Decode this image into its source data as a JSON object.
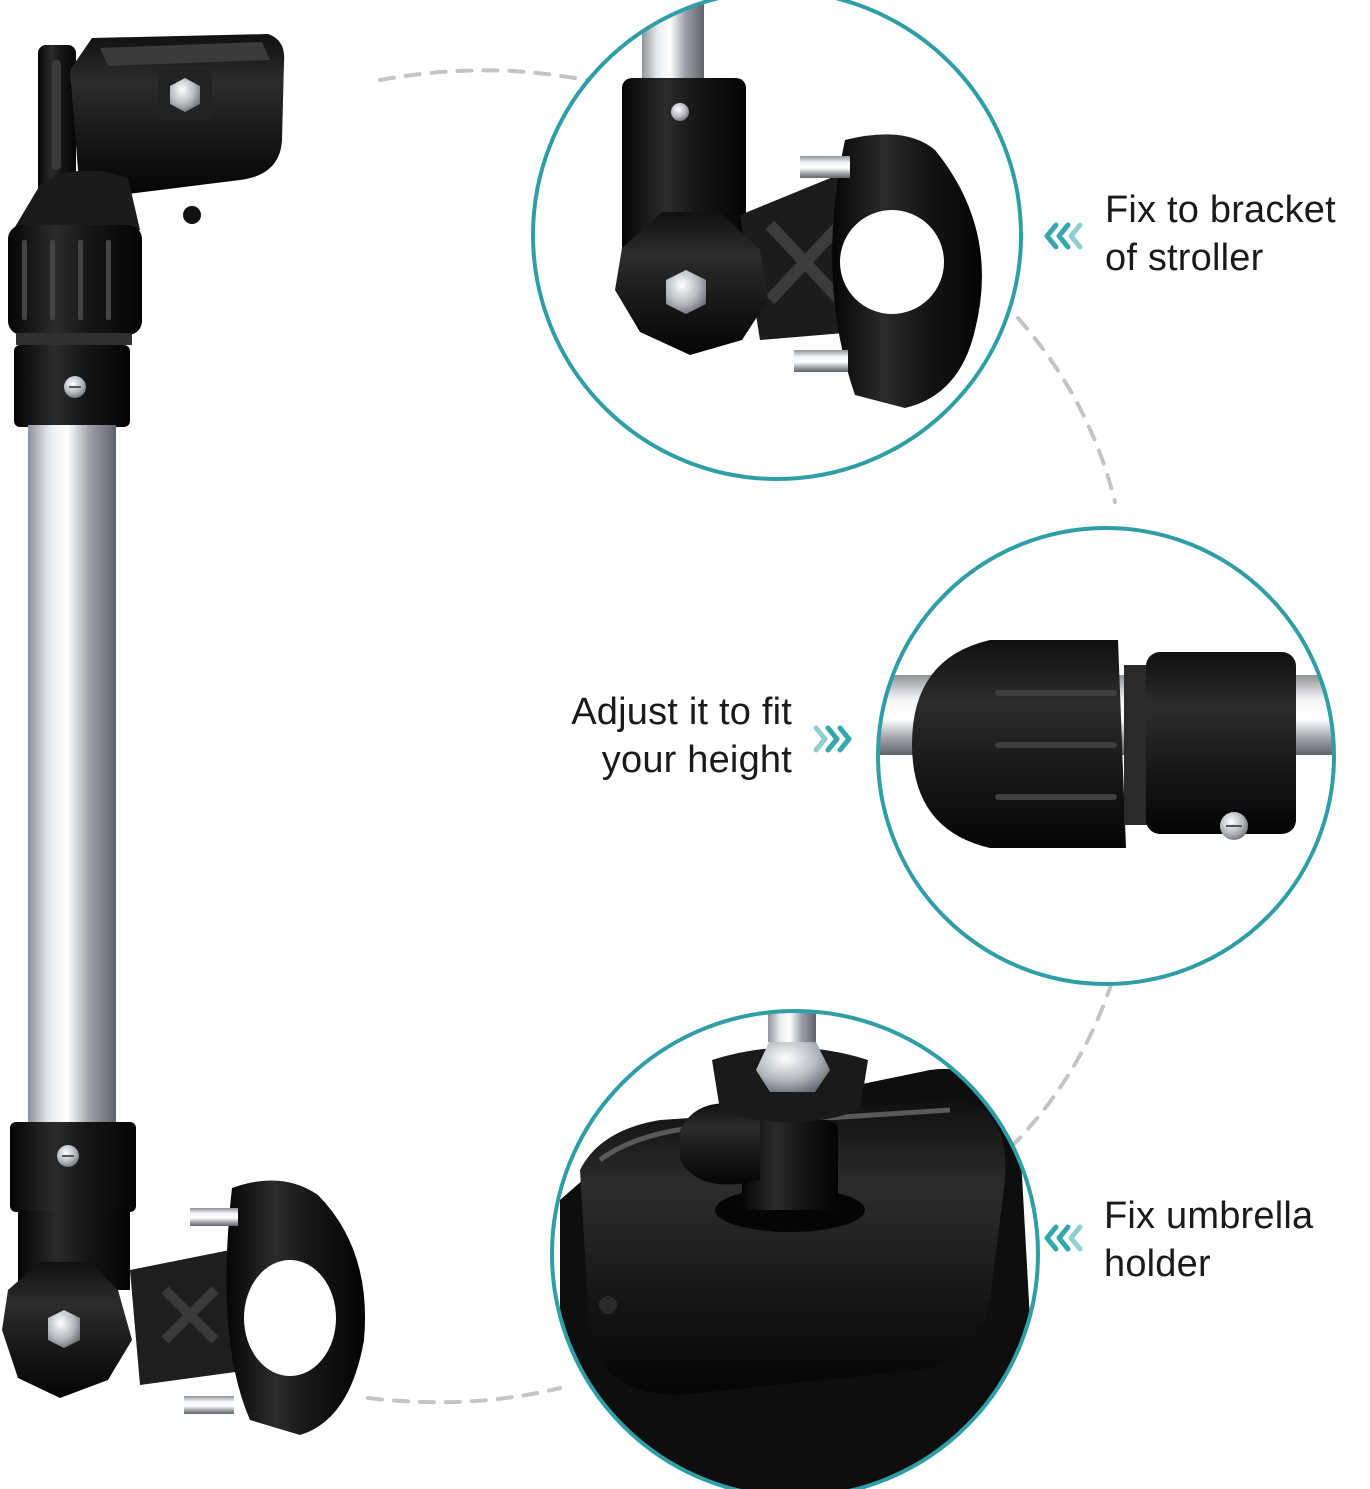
{
  "colors": {
    "accent": "#36a7ad",
    "circle_border": "#2f9ea6",
    "dashed_connector": "#c4c4c4",
    "plastic_black": "#151515",
    "chrome": "#b9bec3",
    "text": "#1a1a1a",
    "background": "#ffffff"
  },
  "callouts": {
    "bracket": {
      "line1": "Fix to bracket",
      "line2": "of stroller",
      "arrow_icon": "double-chevron-left-icon"
    },
    "height": {
      "line1": "Adjust it to fit",
      "line2": "your height",
      "arrow_icon": "double-chevron-right-icon"
    },
    "umbrella": {
      "line1": "Fix umbrella",
      "line2": "holder",
      "arrow_icon": "double-chevron-left-icon"
    }
  },
  "photos": {
    "main_product": "adjustable-umbrella-holder-rod",
    "detail_1": "stroller-bracket-clamp-closeup",
    "detail_2": "height-adjust-knob-closeup",
    "detail_3": "umbrella-holder-clip-closeup"
  }
}
